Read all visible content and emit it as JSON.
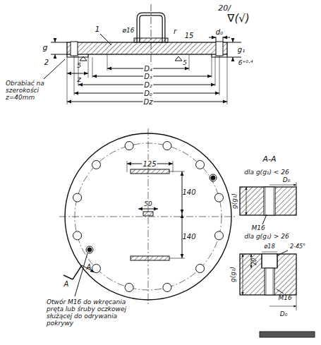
{
  "diagram": {
    "labels": [
      "20/",
      "∇(√)",
      "1",
      "ø16",
      "r",
      "15",
      "d₀",
      "g",
      "2",
      "g₁",
      "6⁺⁰·⁴",
      "5",
      "5",
      "z",
      "D₄",
      "D₃",
      "D₂",
      "D₀",
      "Dz",
      "Obrabiać na szerokości z=40mm",
      "125",
      "140",
      "140",
      "50",
      "A",
      "A",
      "Otwór M16 do wkręcania pręta lub śruby oczkowej służącej do odrywania pokrywy",
      "A-A",
      "dla g(g₁) < 26",
      "D₀",
      "g(g₁)",
      "M16",
      "dla g(g₁) > 26",
      "ø18",
      "2-45°",
      "g(g₁)",
      "20",
      "M16",
      "D₀"
    ]
  }
}
